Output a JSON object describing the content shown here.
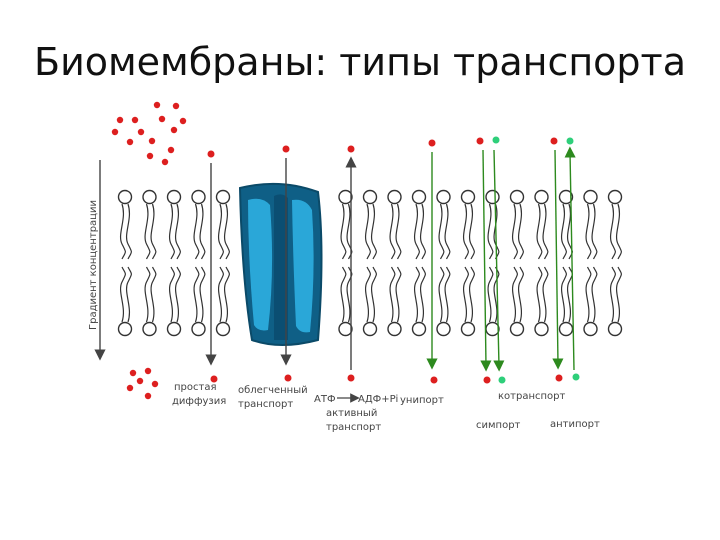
{
  "title": "Биомембраны: типы транспорта",
  "axis_label": "Градиент концентрации",
  "labels": {
    "simple_diffusion": [
      "простая",
      "диффузия"
    ],
    "facilitated": [
      "облегченный",
      "транспорт"
    ],
    "active": [
      "АТФ",
      "АДФ+Pi",
      "активный",
      "транспорт"
    ],
    "uniport": "унипорт",
    "cotransport": "котранспорт",
    "symport": "симпорт",
    "antiport": "антипорт"
  },
  "colors": {
    "ion_red": "#dd1f1f",
    "ion_green": "#2ecf7a",
    "channel": "#1a8fbd",
    "arrow_green": "#2d8a1e"
  }
}
